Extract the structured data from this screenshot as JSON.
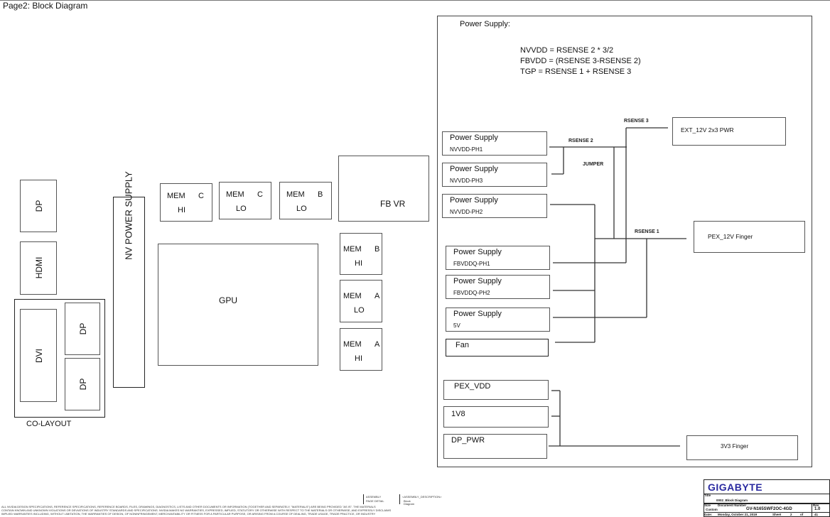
{
  "page": {
    "title": "Page2: Block Diagram"
  },
  "connectors": {
    "dp_top": "DP",
    "hdmi": "HDMI",
    "dvi": "DVI",
    "dp_co1": "DP",
    "dp_co2": "DP",
    "co_layout_label": "CO-LAYOUT"
  },
  "nv_power_supply": "NV POWER SUPPLY",
  "memory": {
    "mem_c_hi": {
      "name": "MEM",
      "bank": "C",
      "half": "HI"
    },
    "mem_c_lo": {
      "name": "MEM",
      "bank": "C",
      "half": "LO"
    },
    "mem_b_lo": {
      "name": "MEM",
      "bank": "B",
      "half": "LO"
    },
    "mem_b_hi": {
      "name": "MEM",
      "bank": "B",
      "half": "HI"
    },
    "mem_a_lo": {
      "name": "MEM",
      "bank": "A",
      "half": "LO"
    },
    "mem_a_hi": {
      "name": "MEM",
      "bank": "A",
      "half": "HI"
    }
  },
  "gpu": "GPU",
  "fb_vr": "FB VR",
  "power_panel": {
    "heading": "Power Supply:",
    "formulas": [
      "NVVDD = RSENSE 2  * 3/2",
      "FBVDD = (RSENSE 3-RSENSE 2)",
      "TGP = RSENSE 1 + RSENSE 3"
    ],
    "supplies": [
      {
        "title": "Power Supply",
        "sub": "NVVDD-PH1"
      },
      {
        "title": "Power Supply",
        "sub": "NVVDD-PH3"
      },
      {
        "title": "Power Supply",
        "sub": "NVVDD-PH2"
      },
      {
        "title": "Power Supply",
        "sub": "FBVDDQ-PH1"
      },
      {
        "title": "Power Supply",
        "sub": "FBVDDQ-PH2"
      },
      {
        "title": "Power Supply",
        "sub": "5V"
      }
    ],
    "fan": "Fan",
    "low_rails": [
      "PEX_VDD",
      "1V8",
      "DP_PWR"
    ],
    "sources": {
      "ext_12v": "EXT_12V 2x3 PWR",
      "pex_12v": "PEX_12V Finger",
      "v3v3": "3V3 Finger"
    },
    "wire_labels": {
      "rsense1": "RSENSE 1",
      "rsense2": "RSENSE 2",
      "rsense3": "RSENSE 3",
      "jumper": "JUMPER"
    }
  },
  "footer": {
    "disclaimer": [
      "ALL NVIDIA DESIGN SPECIFICATIONS, REFERENCE SPECIFICATIONS, REFERENCE BOARDS, FILES, DRAWINGS, DIAGNOSTICS, LISTS AND OTHER DOCUMENTS OR INFORMATION (TOGETHER AND SEPARATELY, \"MATERIALS\") ARE BEING PROVIDED \"AS IS\". THE MATERIALS",
      "CONTAIN KNOWN AND UNKNOWN VIOLATIONS OR DEVIATIONS OF INDUSTRY STANDARDS AND SPECIFICATIONS. NVIDIA MAKES NO WARRANTIES, EXPRESSED, IMPLIED, STATUTORY OR OTHERWISE WITH RESPECT TO THE MATERIALS OR OTHERWISE, AND EXPRESSLY DISCLAIMS",
      "IMPLIED WARRANTIES INCLUDING, WITHOUT LIMITATION, THE WARRANTIES OF DESIGN, OF NONINFRINGEMENT, MERCHANTABILITY OR FITNESS FOR A PARTICULAR PURPOSE, OR ARISING FROM A COURSE OF DEALING, TRADE USAGE, TRADE PRACTICE, OR INDUSTRY"
    ],
    "assembly_label": "ASSEMBLY",
    "page_detail_label": "PAGE DETAIL",
    "assembly_description": "<ASSEMBLY_DESCRIPTION>",
    "desc_line1": "Block",
    "desc_line2": "Diagram"
  },
  "title_block": {
    "logo": "GIGABYTE",
    "title_label": "Title",
    "title": "0002_Block Diagram",
    "size_label": "Size",
    "size_value": "Custom",
    "doc_number_label": "Document Number",
    "doc_number": "GV-N165SWF2OC-4GD",
    "rev_label": "Rev",
    "rev": "1.0",
    "date_label": "Date:",
    "date": "Monday, October 21, 2019",
    "sheet_label": "Sheet",
    "sheet": "2",
    "of_label": "of",
    "total": "41"
  }
}
